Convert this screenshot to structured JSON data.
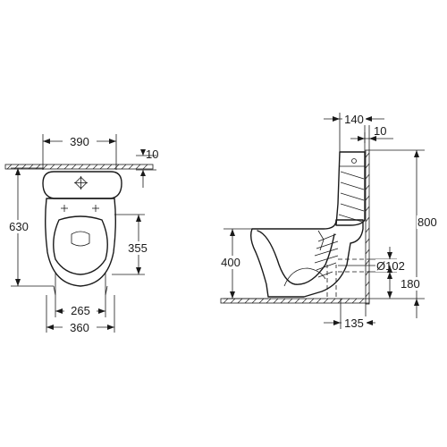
{
  "dimensions": {
    "top_width": "390",
    "top_wall_gap": "10",
    "top_depth": "630",
    "top_seat_depth": "355",
    "top_inner_width": "265",
    "top_outer_width": "360",
    "side_tank_depth": "140",
    "side_wall_gap": "10",
    "side_total_height": "800",
    "side_seat_height": "400",
    "side_outlet_diameter": "Ø102",
    "side_outlet_height": "180",
    "side_outlet_offset": "135"
  }
}
